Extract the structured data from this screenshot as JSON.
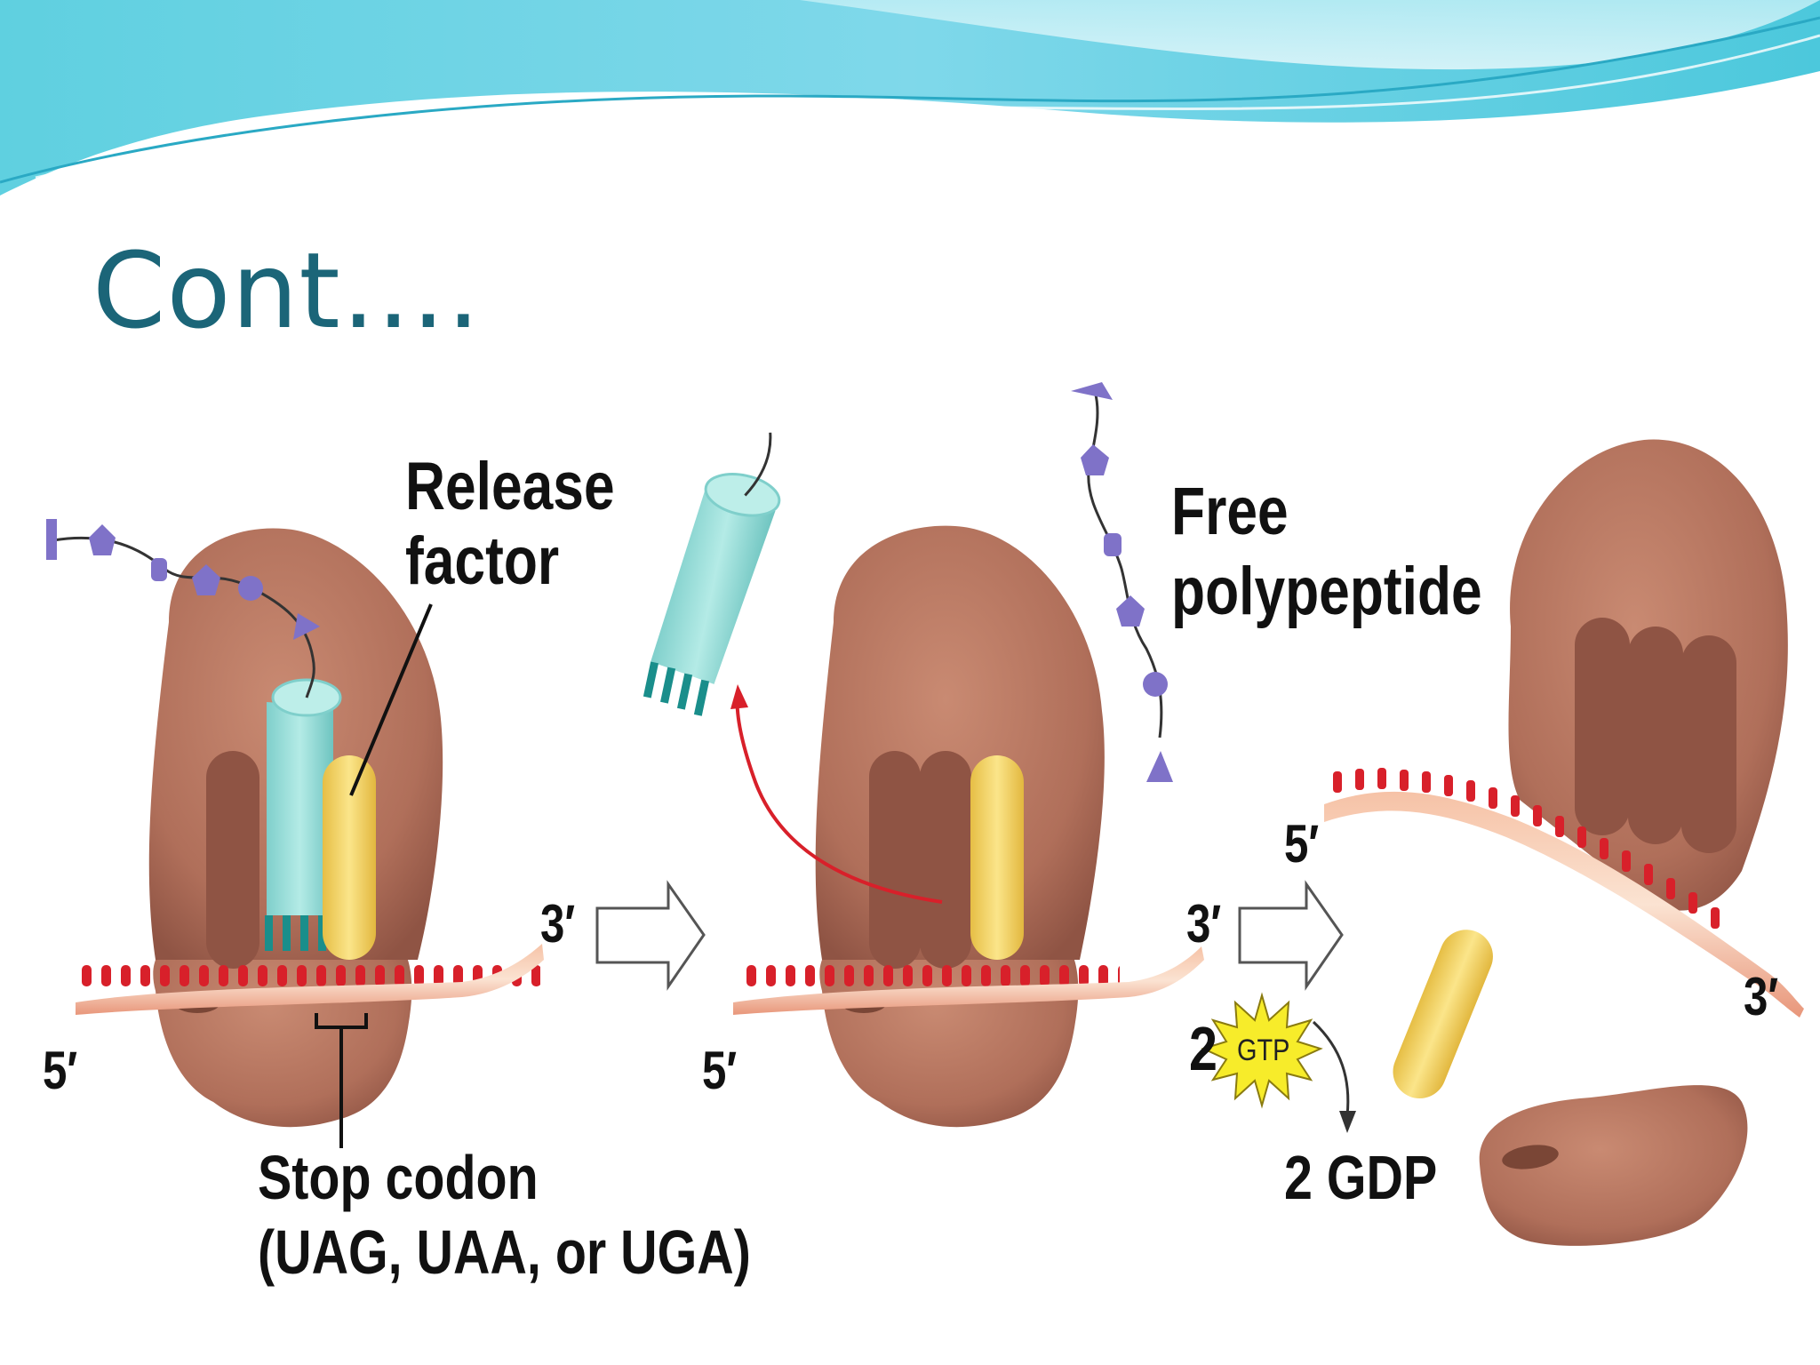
{
  "slide": {
    "title": "Cont…."
  },
  "labels": {
    "release_factor": [
      "Release",
      "factor"
    ],
    "free_polypeptide": [
      "Free",
      "polypeptide"
    ],
    "stop_codon": [
      "Stop codon",
      "(UAG, UAA, or UGA)"
    ],
    "gtp_count": "2",
    "gtp": "GTP",
    "gdp": "2 GDP",
    "five_prime": "5′",
    "three_prime": "3′"
  },
  "colors": {
    "title": "#1b6578",
    "ribosome": "#b57460",
    "trna": "#8fd8d3",
    "release_factor": "#f2d46b",
    "mrna_codon": "#d8202a",
    "peptide": "#7f72c8"
  }
}
